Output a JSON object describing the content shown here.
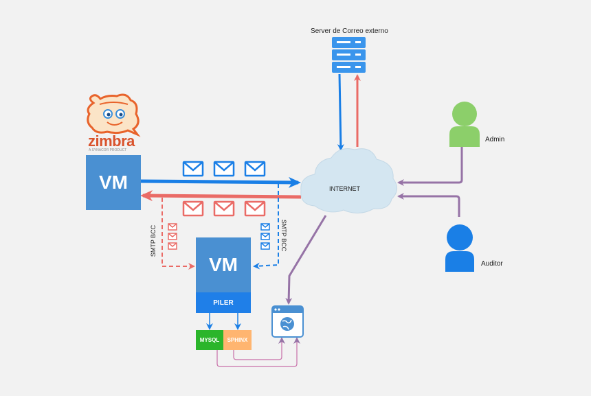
{
  "logo": {
    "name": "zimbra",
    "tagline": "A SYNACOR PRODUCT"
  },
  "nodes": {
    "mail_server_vm": "VM",
    "archive_vm": "VM",
    "piler": "PILER",
    "mysql": "MYSQL",
    "sphinx": "SPHINX",
    "internet": "INTERNET",
    "external_server": "Server de Correo externo",
    "admin": "Admin",
    "auditor": "Auditor"
  },
  "edge_labels": {
    "bcc_left": "SMTP BCC",
    "bcc_right": "SMTP BCC"
  },
  "colors": {
    "blue": "#1a7fe6",
    "red": "#ea6b66",
    "purple": "#9673a6",
    "vm": "#4a90d2",
    "piler": "#1f7fe8",
    "mysql": "#2bb52b",
    "sphinx": "#ffb570",
    "user_green": "#8ccf6a",
    "user_blue": "#1a7fe6",
    "cloud": "#d4e6f1",
    "server": "#3a95ec"
  },
  "icons": [
    "email-icon",
    "server-icon",
    "user-icon",
    "cloud-icon",
    "browser-globe-icon"
  ]
}
